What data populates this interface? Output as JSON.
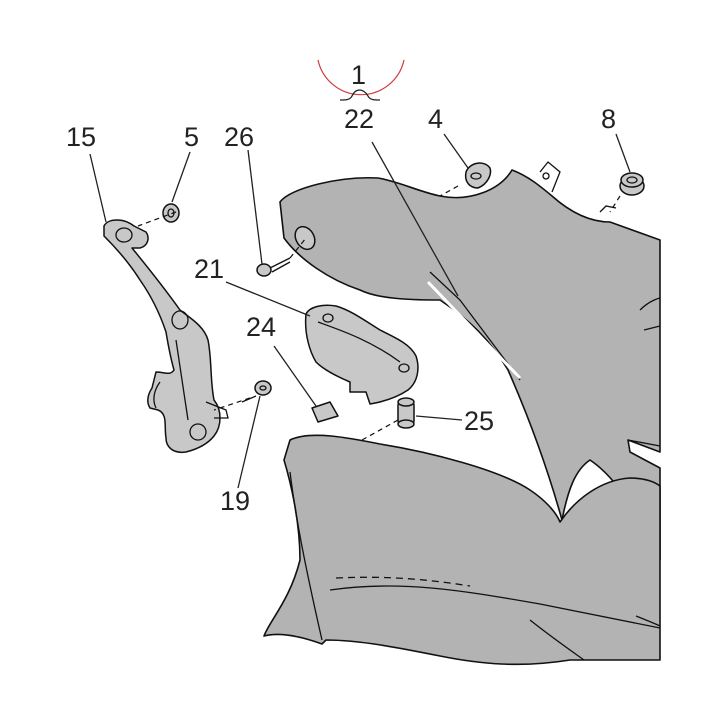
{
  "callouts": {
    "group_label": "1",
    "c22": "22",
    "c4": "4",
    "c8": "8",
    "c15": "15",
    "c5": "5",
    "c26": "26",
    "c21": "21",
    "c24": "24",
    "c25": "25",
    "c19": "19"
  },
  "colors": {
    "fairing": "#b3b3b3",
    "outline": "#111111",
    "marker_circle": "#d23a3a",
    "background": "#ffffff"
  }
}
